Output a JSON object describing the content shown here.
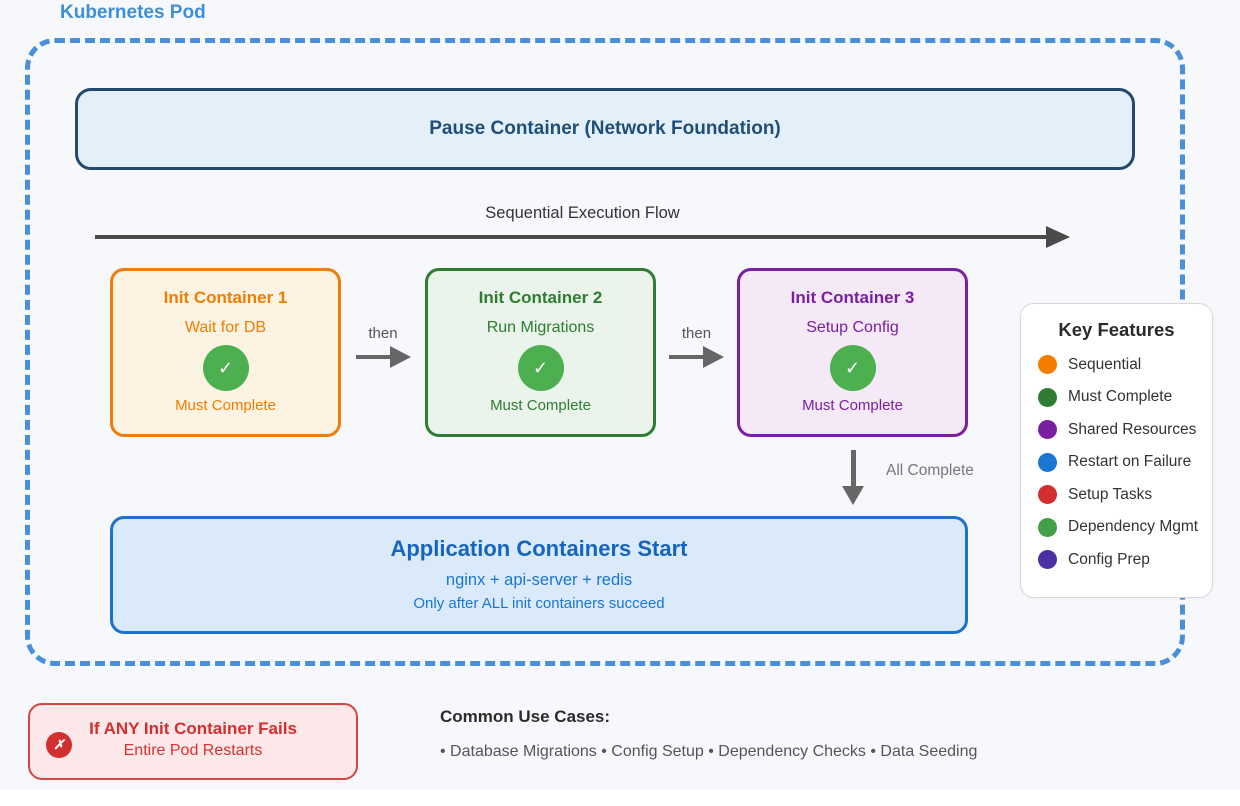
{
  "pod": {
    "title": "Kubernetes Pod",
    "pause_container": {
      "label": "Pause Container (Network Foundation)"
    },
    "flow": {
      "label": "Sequential Execution Flow"
    },
    "then_label": "then",
    "all_complete_label": "All Complete",
    "init_containers": [
      {
        "title": "Init Container 1",
        "task": "Wait for DB",
        "status": "Must Complete",
        "check_glyph": "✓",
        "accent_color": "#ef7d0e"
      },
      {
        "title": "Init Container 2",
        "task": "Run Migrations",
        "status": "Must Complete",
        "check_glyph": "✓",
        "accent_color": "#2e7d32"
      },
      {
        "title": "Init Container 3",
        "task": "Setup Config",
        "status": "Must Complete",
        "check_glyph": "✓",
        "accent_color": "#7b1fa2"
      }
    ],
    "check_circle_color": "#4caf50",
    "app_containers": {
      "title": "Application Containers Start",
      "subtitle": "nginx + api-server + redis",
      "note": "Only after ALL init containers succeed",
      "accent_color": "#1a73cf"
    },
    "boundary_color": "#4a90d9"
  },
  "legend": {
    "title": "Key Features",
    "items": [
      {
        "label": "Sequential",
        "color": "#f57c00"
      },
      {
        "label": "Must Complete",
        "color": "#2e7d32"
      },
      {
        "label": "Shared Resources",
        "color": "#7b1fa2"
      },
      {
        "label": "Restart on Failure",
        "color": "#1976d2"
      },
      {
        "label": "Setup Tasks",
        "color": "#d32f2f"
      },
      {
        "label": "Dependency Mgmt",
        "color": "#43a047"
      },
      {
        "label": "Config Prep",
        "color": "#4b2fa5"
      }
    ]
  },
  "failure": {
    "title": "If ANY Init Container Fails",
    "subtitle": "Entire Pod Restarts",
    "icon_glyph": "✗",
    "accent_color": "#d32f2f"
  },
  "use_cases": {
    "title": "Common Use Cases:",
    "items": "• Database Migrations • Config Setup • Dependency Checks • Data Seeding"
  }
}
